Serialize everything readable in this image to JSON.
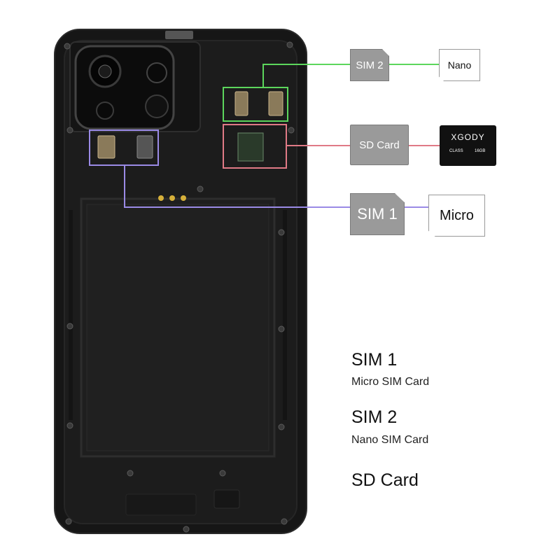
{
  "callouts": {
    "sim2_label": "SIM 2",
    "sim2_size": "Nano",
    "sd_label": "SD Card",
    "sd_card_brand": "XGODY",
    "sd_card_class": "CLASS",
    "sd_card_capacity": "16GB",
    "sim1_label": "SIM 1",
    "sim1_size": "Micro"
  },
  "legend": [
    {
      "title": "SIM 1",
      "subtitle": "Micro SIM Card"
    },
    {
      "title": "SIM 2",
      "subtitle": "Nano SIM Card"
    },
    {
      "title": "SD Card"
    }
  ],
  "colors": {
    "sim2_line": "#5cd65c",
    "sd_line": "#e07a86",
    "sim1_line": "#9a8ae6",
    "phone_body": "#1a1a1a"
  }
}
